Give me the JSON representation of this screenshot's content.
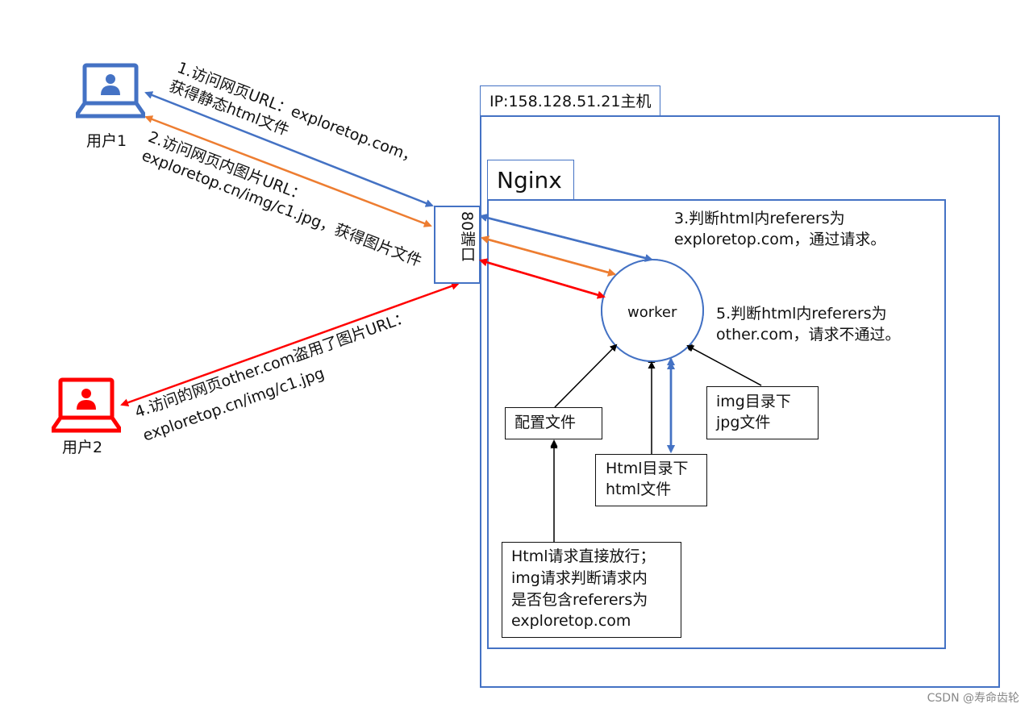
{
  "users": {
    "user1": {
      "label": "用户1",
      "color": "#4472c4",
      "icon": "laptop-user-icon"
    },
    "user2": {
      "label": "用户2",
      "color": "#ff0000",
      "icon": "laptop-user-icon"
    }
  },
  "host": {
    "ip_label": "IP:158.128.51.21主机"
  },
  "nginx": {
    "label": "Nginx",
    "worker_label": "worker"
  },
  "port": {
    "label": "80端口"
  },
  "steps": {
    "step1_line1": "1.访问网页URL：exploretop.com，",
    "step1_line2": "获得静态html文件",
    "step2_line1": "2.访问网页内图片URL：",
    "step2_line2": "exploretop.cn/img/c1.jpg，获得图片文件",
    "step3_line1": "3.判断html内referers为",
    "step3_line2": "exploretop.com，通过请求。",
    "step4_line1": "4.访问的网页other.com盗用了图片URL：",
    "step4_line2": "exploretop.cn/img/c1.jpg",
    "step5_line1": "5.判断html内referers为",
    "step5_line2": "other.com，请求不通过。"
  },
  "files": {
    "config": "配置文件",
    "html_dir_line1": "Html目录下",
    "html_dir_line2": "html文件",
    "img_dir_line1": "img目录下",
    "img_dir_line2": "jpg文件"
  },
  "config_note": {
    "line1": "Html请求直接放行；",
    "line2": "img请求判断请求内",
    "line3": "是否包含referers为",
    "line4": "exploretop.com"
  },
  "colors": {
    "blue": "#4472c4",
    "orange": "#ed7d31",
    "red": "#ff0000",
    "black": "#000000"
  },
  "watermark": "CSDN @寿命齿轮"
}
